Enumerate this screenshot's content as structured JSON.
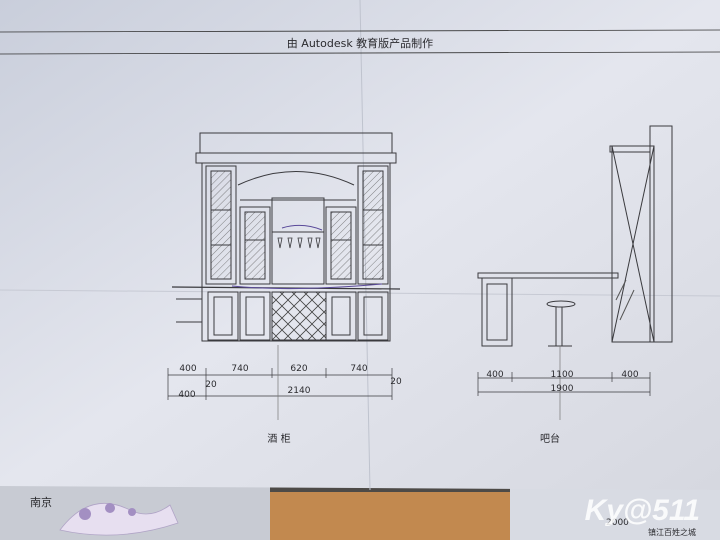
{
  "header": {
    "text": "由 Autodesk 教育版产品制作"
  },
  "wine_cabinet": {
    "caption": "酒 柜",
    "dims_row1": [
      "400",
      "740",
      "620",
      "740"
    ],
    "dims_row2": [
      "400",
      "2140"
    ],
    "small_dim_left": "20",
    "small_dim_right": "20"
  },
  "bar_counter": {
    "caption": "吧台",
    "dims_row1": [
      "400",
      "1100",
      "400"
    ],
    "dims_row2": [
      "1900"
    ]
  },
  "desk_label": {
    "text": "南京"
  },
  "note_label": {
    "text": "2000"
  },
  "watermark": {
    "brand": "Ky@511",
    "sub": "镇江百姓之城"
  }
}
